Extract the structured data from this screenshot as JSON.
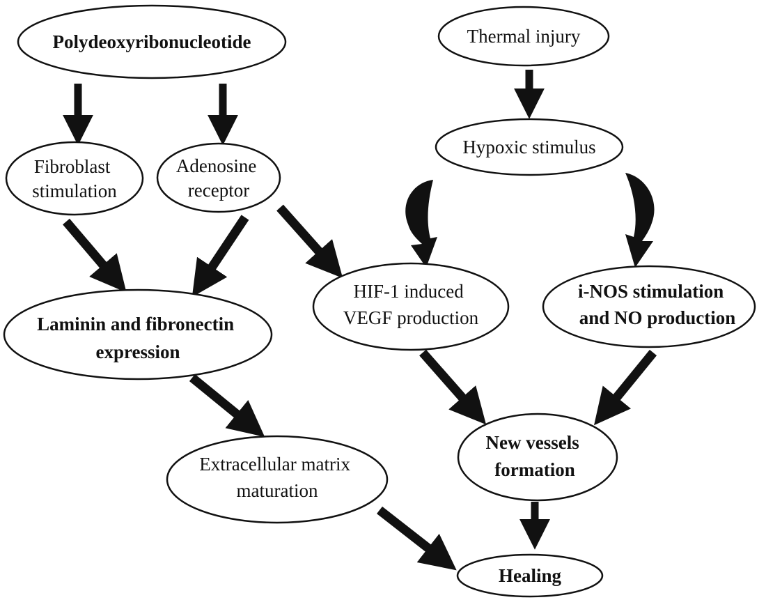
{
  "nodes": {
    "pdrn": {
      "lines": [
        "Polydeoxyribonucleotide"
      ],
      "bold": true
    },
    "thermal": {
      "lines": [
        "Thermal injury"
      ],
      "bold": false
    },
    "fibroblast": {
      "lines": [
        "Fibroblast",
        "stimulation"
      ],
      "bold": false
    },
    "adenosine": {
      "lines": [
        "Adenosine",
        "receptor"
      ],
      "bold": false
    },
    "hypoxic": {
      "lines": [
        "Hypoxic stimulus"
      ],
      "bold": false
    },
    "laminin": {
      "lines": [
        "Laminin and fibronectin",
        "expression"
      ],
      "bold": true
    },
    "hif": {
      "lines": [
        "HIF-1 induced",
        "VEGF production"
      ],
      "bold": false
    },
    "inos": {
      "lines": [
        "i-NOS stimulation",
        "and NO production"
      ],
      "bold": true
    },
    "ecm": {
      "lines": [
        "Extracellular matrix",
        "maturation"
      ],
      "bold": false
    },
    "vessels": {
      "lines": [
        "New vessels",
        "formation"
      ],
      "bold": true
    },
    "healing": {
      "lines": [
        "Healing"
      ],
      "bold": true
    }
  },
  "edges": [
    {
      "from": "pdrn",
      "to": "fibroblast",
      "style": "straight"
    },
    {
      "from": "pdrn",
      "to": "adenosine",
      "style": "straight"
    },
    {
      "from": "thermal",
      "to": "hypoxic",
      "style": "straight"
    },
    {
      "from": "fibroblast",
      "to": "laminin",
      "style": "straight"
    },
    {
      "from": "adenosine",
      "to": "laminin",
      "style": "straight"
    },
    {
      "from": "adenosine",
      "to": "hif",
      "style": "straight"
    },
    {
      "from": "hypoxic",
      "to": "hif",
      "style": "curved"
    },
    {
      "from": "hypoxic",
      "to": "inos",
      "style": "curved"
    },
    {
      "from": "laminin",
      "to": "ecm",
      "style": "straight"
    },
    {
      "from": "hif",
      "to": "vessels",
      "style": "straight"
    },
    {
      "from": "inos",
      "to": "vessels",
      "style": "straight"
    },
    {
      "from": "ecm",
      "to": "healing",
      "style": "straight"
    },
    {
      "from": "vessels",
      "to": "healing",
      "style": "straight"
    }
  ],
  "colors": {
    "stroke": "#111111",
    "fill": "#ffffff",
    "arrow": "#111111"
  }
}
